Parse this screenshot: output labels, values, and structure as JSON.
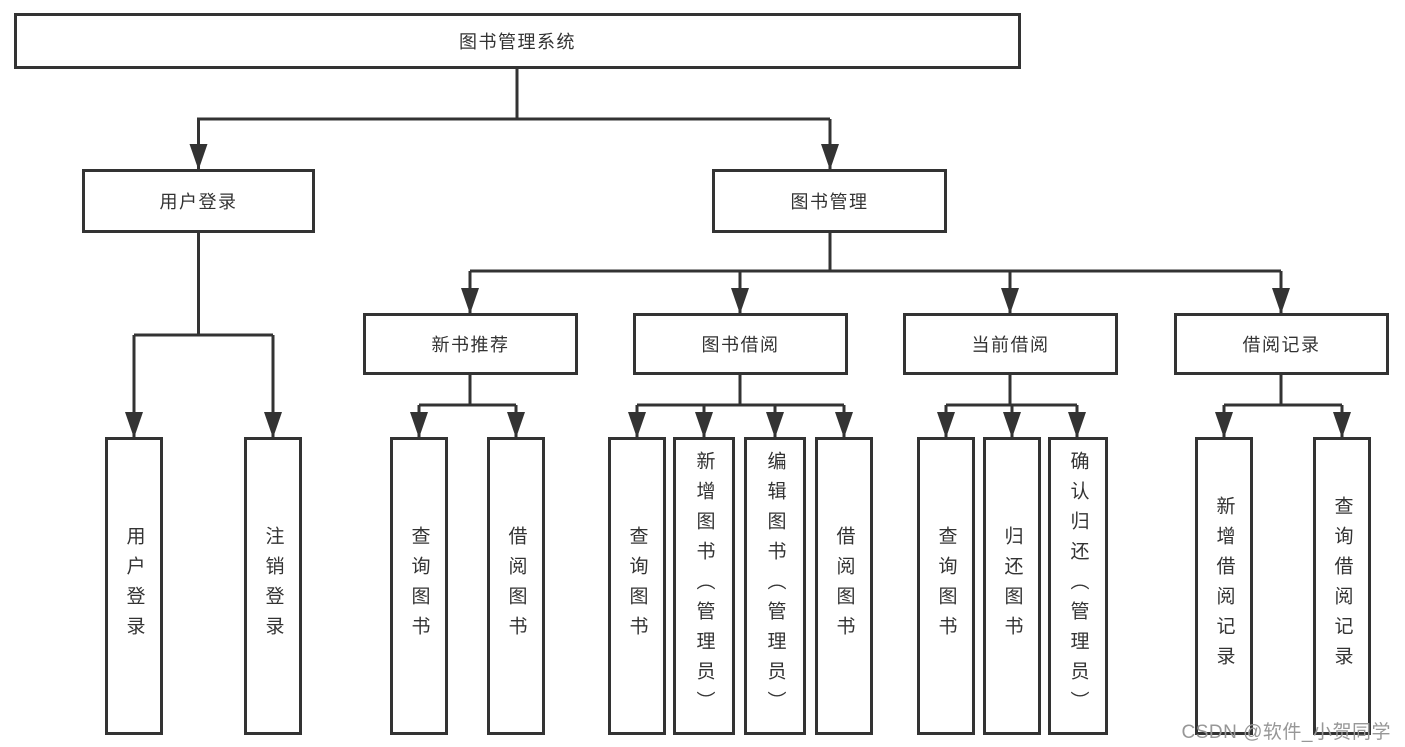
{
  "diagram": {
    "type": "hierarchy-tree",
    "colors": {
      "background": "#ffffff",
      "line": "#333333",
      "box_border": "#333333",
      "text": "#333333",
      "watermark": "#979797"
    },
    "tree": {
      "root": {
        "label": "图书管理系统",
        "children": [
          {
            "label": "用户登录",
            "children": [
              {
                "label": "用户登录"
              },
              {
                "label": "注销登录"
              }
            ]
          },
          {
            "label": "图书管理",
            "children": [
              {
                "label": "新书推荐",
                "children": [
                  {
                    "label": "查询图书"
                  },
                  {
                    "label": "借阅图书"
                  }
                ]
              },
              {
                "label": "图书借阅",
                "children": [
                  {
                    "label": "查询图书"
                  },
                  {
                    "label": "新增图书（管理员）"
                  },
                  {
                    "label": "编辑图书（管理员）"
                  },
                  {
                    "label": "借阅图书"
                  }
                ]
              },
              {
                "label": "当前借阅",
                "children": [
                  {
                    "label": "查询图书"
                  },
                  {
                    "label": "归还图书"
                  },
                  {
                    "label": "确认归还（管理员）"
                  }
                ]
              },
              {
                "label": "借阅记录",
                "children": [
                  {
                    "label": "新增借阅记录"
                  },
                  {
                    "label": "查询借阅记录"
                  }
                ]
              }
            ]
          }
        ]
      }
    },
    "watermark": "CSDN @软件_小贺同学"
  }
}
